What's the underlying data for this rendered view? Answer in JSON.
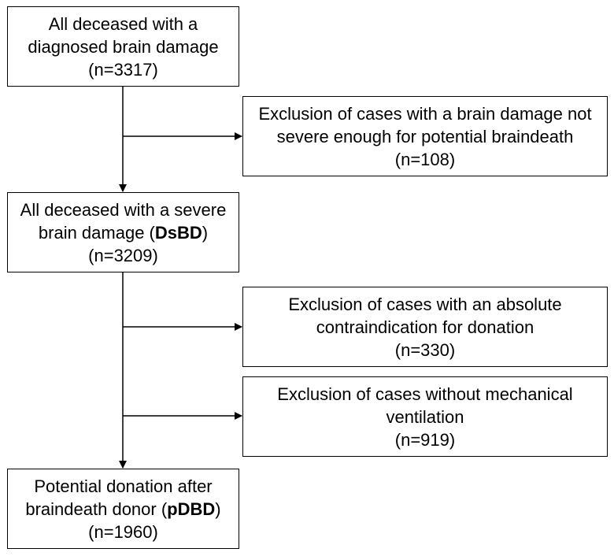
{
  "flow": {
    "all_deceased": {
      "line1": "All deceased with a",
      "line2": "diagnosed brain damage",
      "count": "(n=3317)"
    },
    "exclusion_not_severe": {
      "line1": "Exclusion of cases with a brain damage not",
      "line2": "severe enough for potential braindeath",
      "count": "(n=108)"
    },
    "severe_brain_damage": {
      "line1": "All deceased with a severe",
      "line2_prefix": "brain damage (",
      "line2_abbrev": "DsBD",
      "line2_suffix": ")",
      "count": "(n=3209)"
    },
    "exclusion_contraindication": {
      "line1": "Exclusion of cases with an absolute",
      "line2": "contraindication for donation",
      "count": "(n=330)"
    },
    "exclusion_no_ventilation": {
      "line1": "Exclusion of cases without mechanical",
      "line2": "ventilation",
      "count": "(n=919)"
    },
    "potential_dbd": {
      "line1": "Potential donation after",
      "line2_prefix": "braindeath donor (",
      "line2_abbrev": "pDBD",
      "line2_suffix": ")",
      "count": "(n=1960)"
    }
  },
  "colors": {
    "stroke": "#000000",
    "box_fill": "#ffffff",
    "text": "#000000"
  }
}
